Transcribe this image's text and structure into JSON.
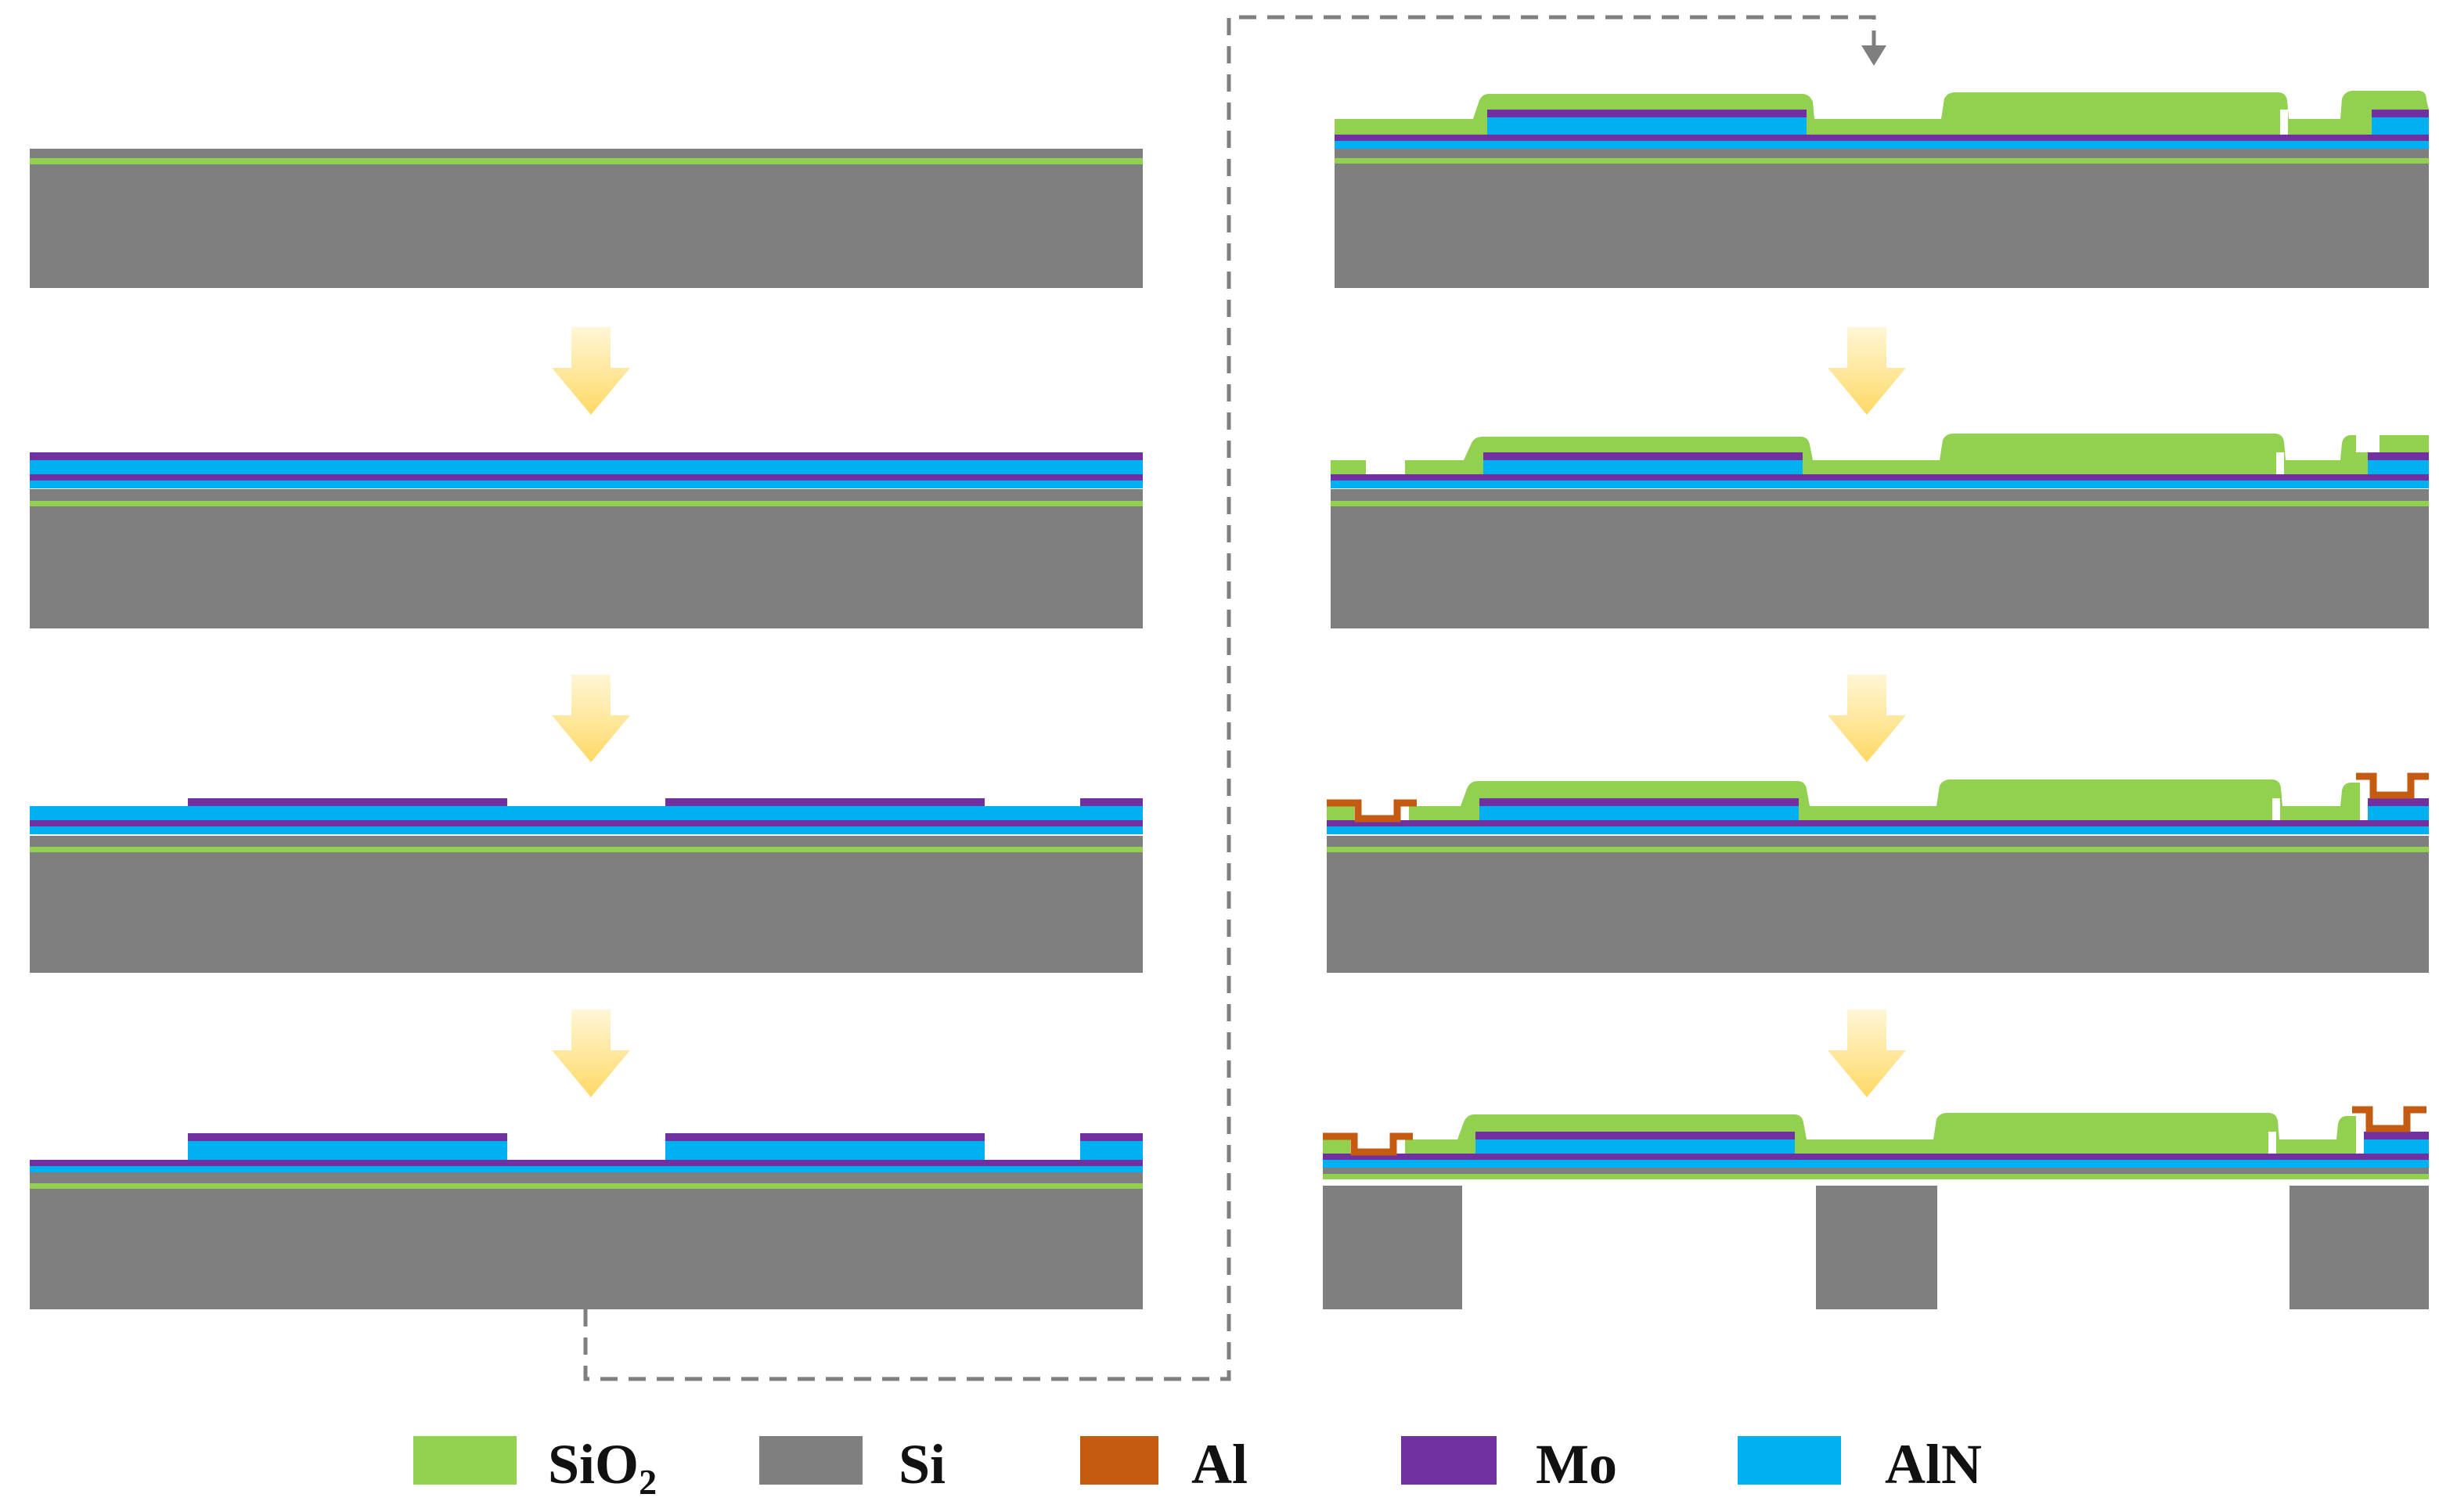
{
  "colors": {
    "SiO2": "#92D050",
    "Si": "#7F7F7F",
    "Al": "#C55A11",
    "Mo": "#7030A0",
    "AlN": "#00B0F0",
    "arrow_light": "#FFF2C5",
    "arrow_dark": "#FFD966",
    "flow_line": "#7F7F7F"
  },
  "legend": {
    "sio2": {
      "label_main": "SiO",
      "label_sub": "2"
    },
    "si": {
      "label": "Si"
    },
    "al": {
      "label": "Al"
    },
    "mo": {
      "label": "Mo"
    },
    "aln": {
      "label": "AlN"
    }
  }
}
